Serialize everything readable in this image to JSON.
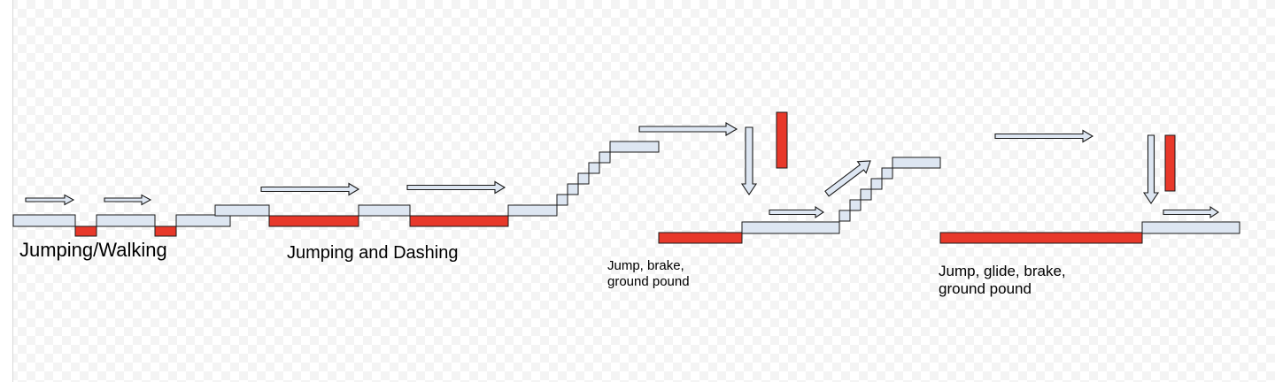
{
  "colors": {
    "platform": "#dde6f2",
    "hazard": "#e8382a",
    "arrow_fill": "#dde6f2",
    "stroke": "#1a1a1a"
  },
  "labels": {
    "walking": "Jumping/Walking",
    "dashing": "Jumping and Dashing",
    "brake_lines": [
      "Jump, brake,",
      "ground pound"
    ],
    "glide_lines": [
      "Jump, glide, brake,",
      "ground pound"
    ]
  }
}
